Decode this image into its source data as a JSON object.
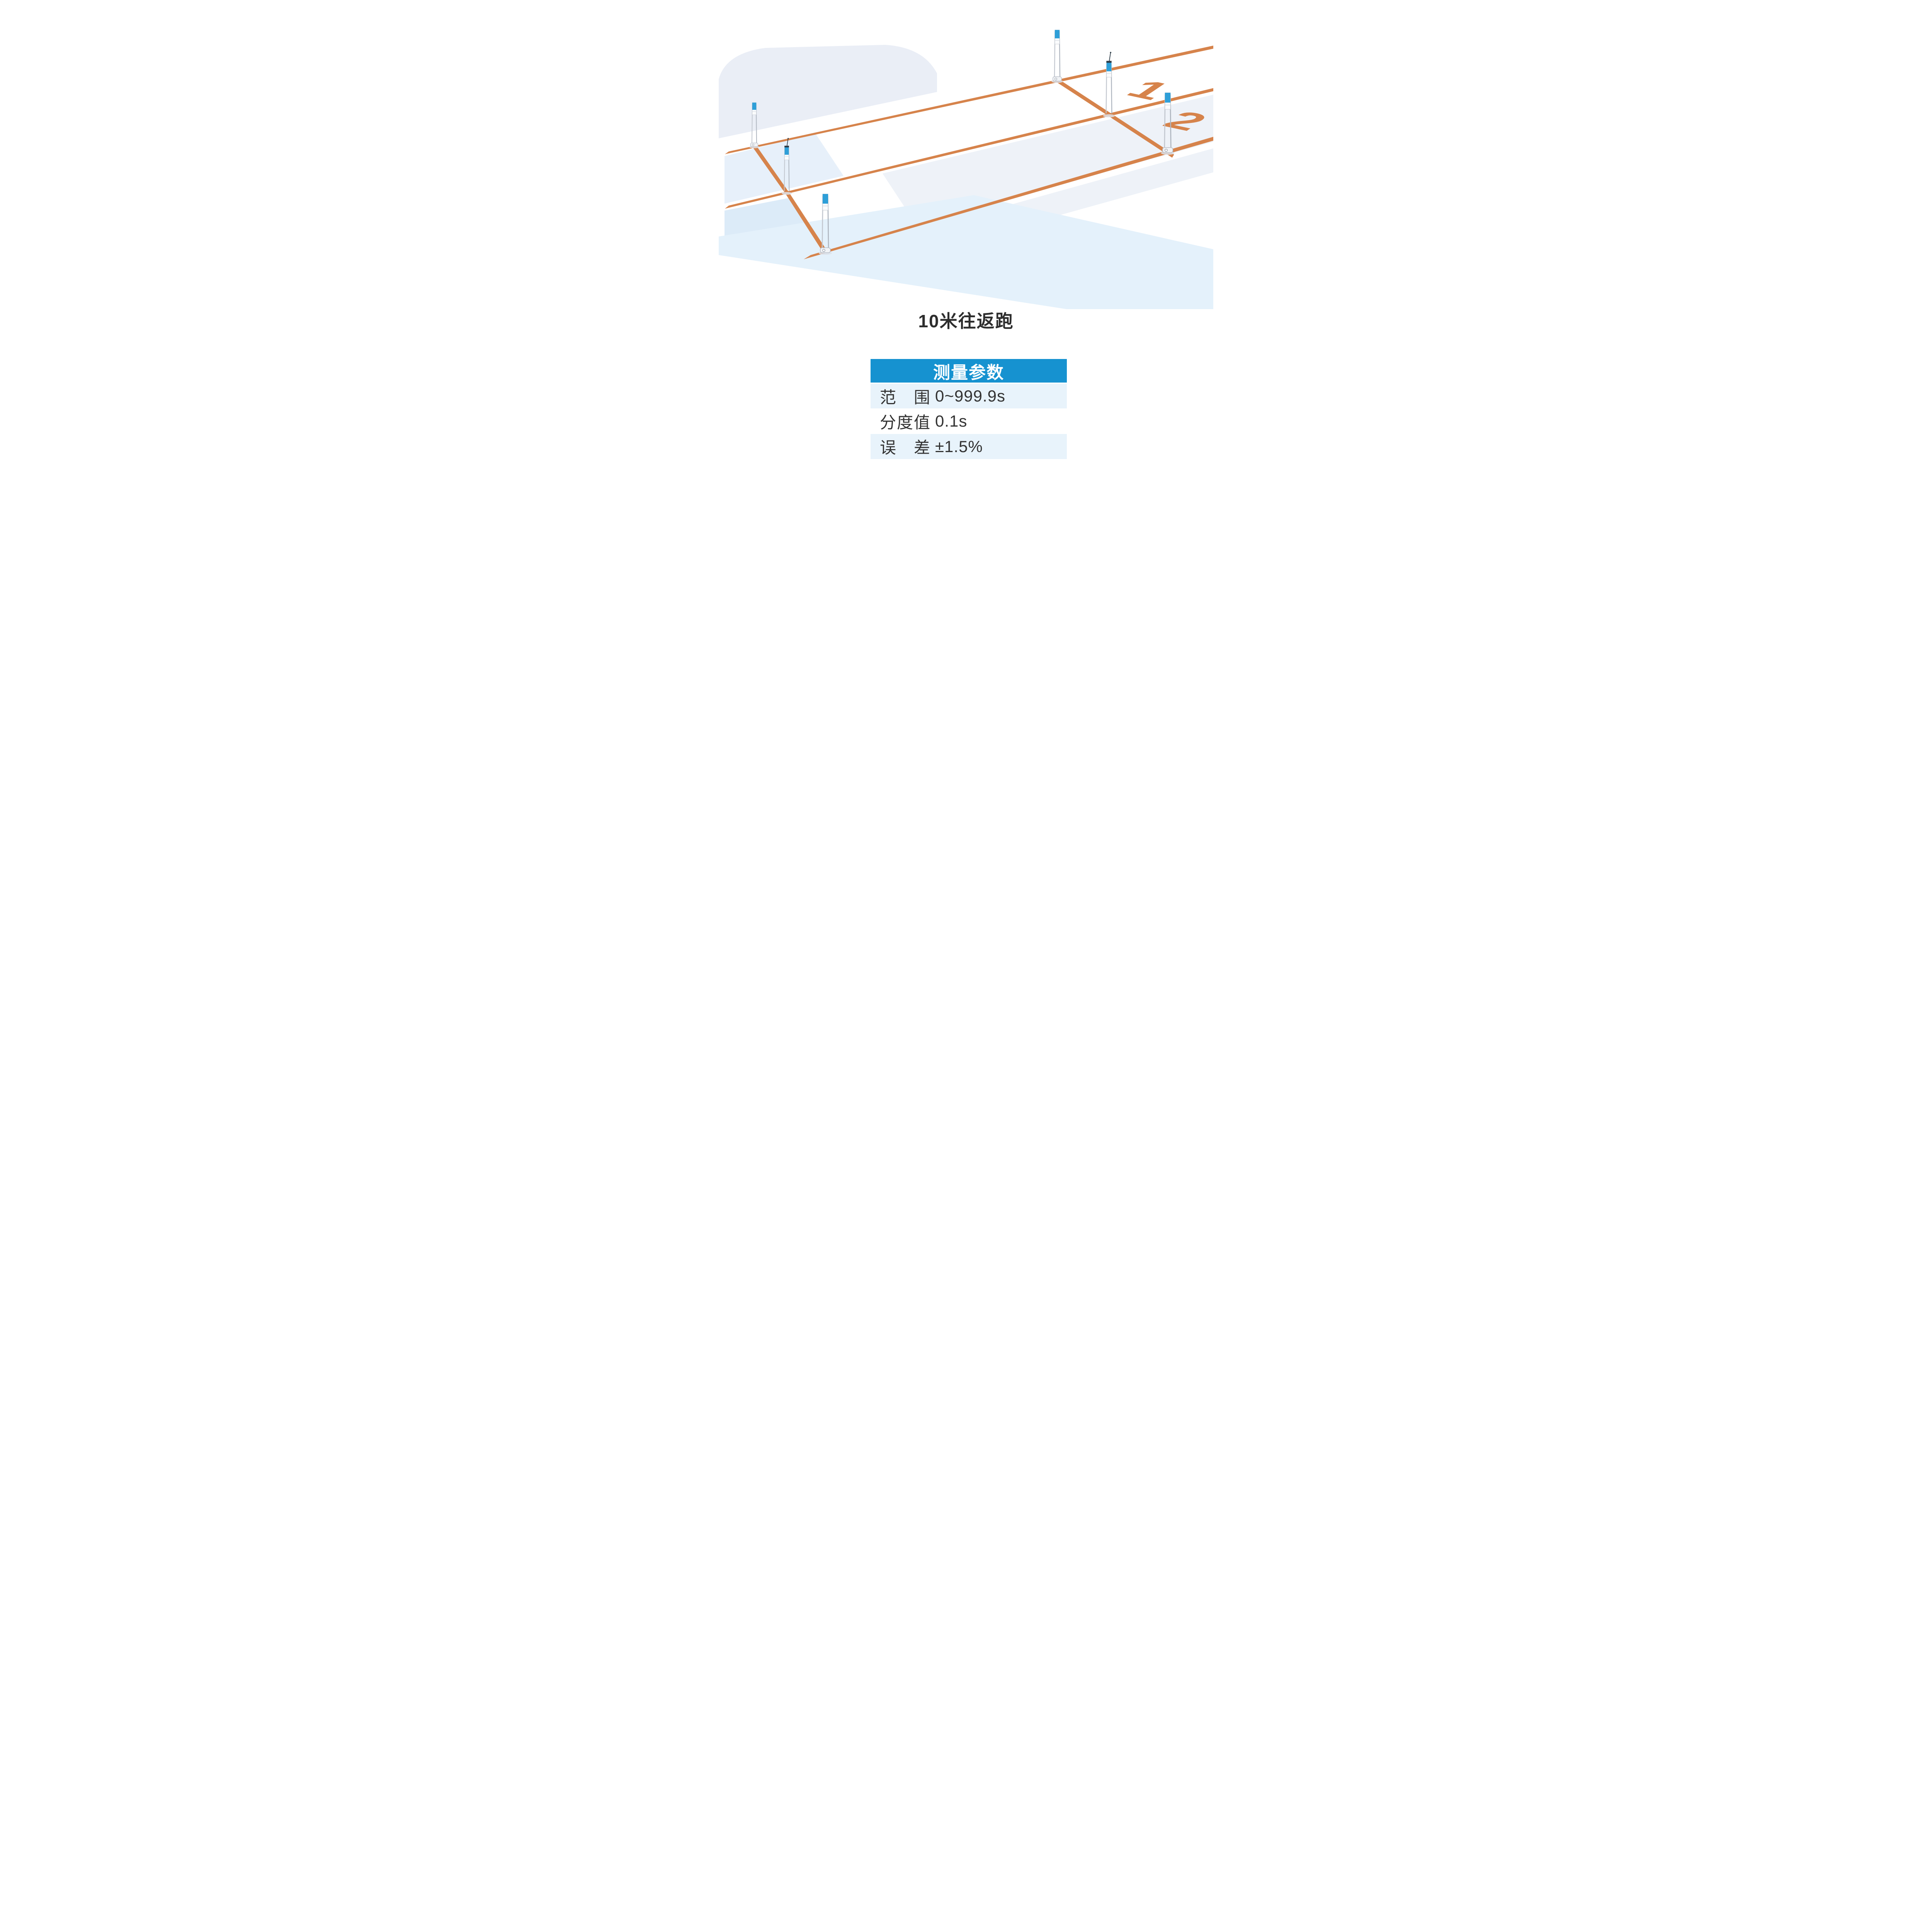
{
  "title": "10米往返跑",
  "illustration": {
    "lane_labels": {
      "lane1": "1",
      "lane2": "2"
    },
    "colors": {
      "track_line_orange": "#d6834b",
      "sensor_panel_blue": "#2e9fd8",
      "post_silver": "#c2c7cf",
      "field_tint_blue": "#dcebf8"
    }
  },
  "params_table": {
    "header": "测量参数",
    "rows": [
      {
        "label": "范围",
        "value": "0~999.9s"
      },
      {
        "label": "分度值",
        "value": "0.1s"
      },
      {
        "label": "误差",
        "value": "±1.5%"
      }
    ],
    "colors": {
      "header_bg": "#1692d0",
      "alt_row_bg": "#e8f3fb",
      "text": "#333333"
    }
  }
}
